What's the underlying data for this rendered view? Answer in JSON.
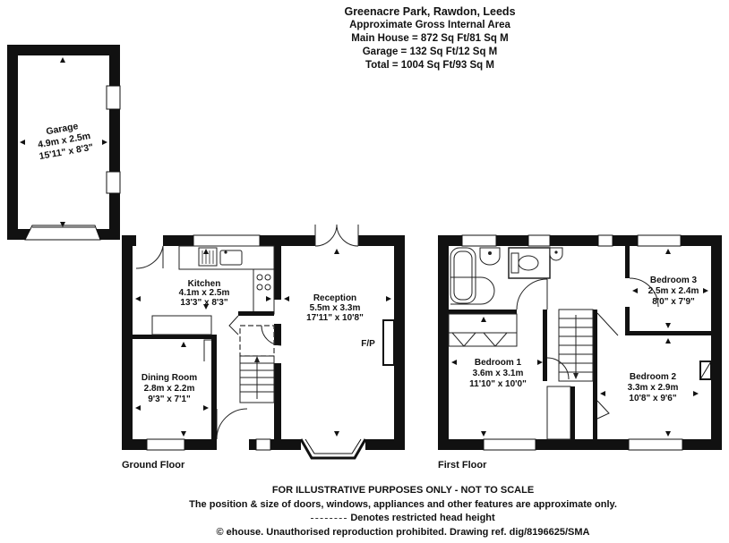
{
  "header": {
    "title": "Greenacre Park, Rawdon, Leeds",
    "subtitle": "Approximate Gross Internal Area",
    "main_house": "Main House = 872 Sq Ft/81 Sq M",
    "garage": "Garage = 132 Sq Ft/12 Sq M",
    "total": "Total = 1004 Sq Ft/93 Sq M"
  },
  "rooms": {
    "garage": {
      "name": "Garage",
      "metric": "4.9m x 2.5m",
      "imperial": "15'11\" x 8'3\""
    },
    "kitchen": {
      "name": "Kitchen",
      "metric": "4.1m x 2.5m",
      "imperial": "13'3\" x 8'3\""
    },
    "reception": {
      "name": "Reception",
      "metric": "5.5m x 3.3m",
      "imperial": "17'11\" x 10'8\""
    },
    "fireplace": "F/P",
    "dining": {
      "name": "Dining Room",
      "metric": "2.8m x 2.2m",
      "imperial": "9'3\" x 7'1\""
    },
    "bedroom3": {
      "name": "Bedroom 3",
      "metric": "2.5m x 2.4m",
      "imperial": "8'0\" x 7'9\""
    },
    "bedroom1": {
      "name": "Bedroom 1",
      "metric": "3.6m x 3.1m",
      "imperial": "11'10\" x 10'0\""
    },
    "bedroom2": {
      "name": "Bedroom 2",
      "metric": "3.3m x 2.9m",
      "imperial": "10'8\" x 9'6\""
    }
  },
  "floors": {
    "ground": "Ground Floor",
    "first": "First Floor"
  },
  "footer": {
    "disclaimer": "FOR ILLUSTRATIVE PURPOSES ONLY - NOT TO SCALE",
    "note": "The position & size of doors, windows, appliances and other features are approximate only.",
    "key": "Denotes restricted head height",
    "copyright": "© ehouse. Unauthorised reproduction prohibited. Drawing ref. dig/8196625/SMA"
  },
  "colors": {
    "wall": "#111111",
    "window": "#ffffff",
    "line": "#222222"
  }
}
